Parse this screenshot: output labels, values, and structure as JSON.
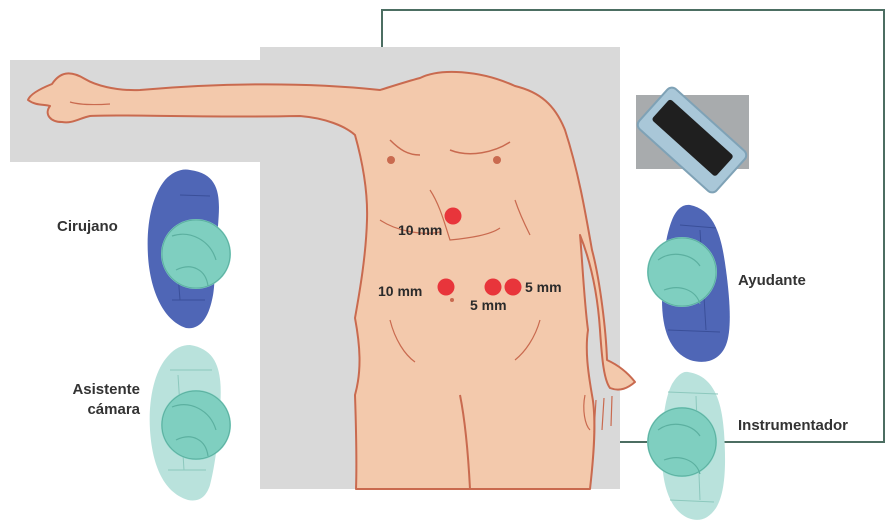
{
  "colors": {
    "table_gray": "#d9d9d9",
    "skin": "#f3c9ac",
    "skin_outline": "#c96a4f",
    "port_red": "#e8353b",
    "surgeon_blue": "#4f66b6",
    "assistant_teal_light": "#b9e2dc",
    "head_teal": "#7fcfc0",
    "monitor_frame": "#a9c7d8",
    "monitor_screen": "#1f1f1f",
    "monitor_back": "#a8abad",
    "cable": "#4c6e62",
    "text": "#333333"
  },
  "staff": {
    "surgeon": "Cirujano",
    "camera_assistant_line1": "Asistente",
    "camera_assistant_line2": "cámara",
    "assistant": "Ayudante",
    "scrub_nurse": "Instrumentador"
  },
  "ports": [
    {
      "id": "upper",
      "label": "10 mm"
    },
    {
      "id": "left",
      "label": "10 mm"
    },
    {
      "id": "mid",
      "label": "5 mm"
    },
    {
      "id": "right",
      "label": "5 mm"
    }
  ]
}
